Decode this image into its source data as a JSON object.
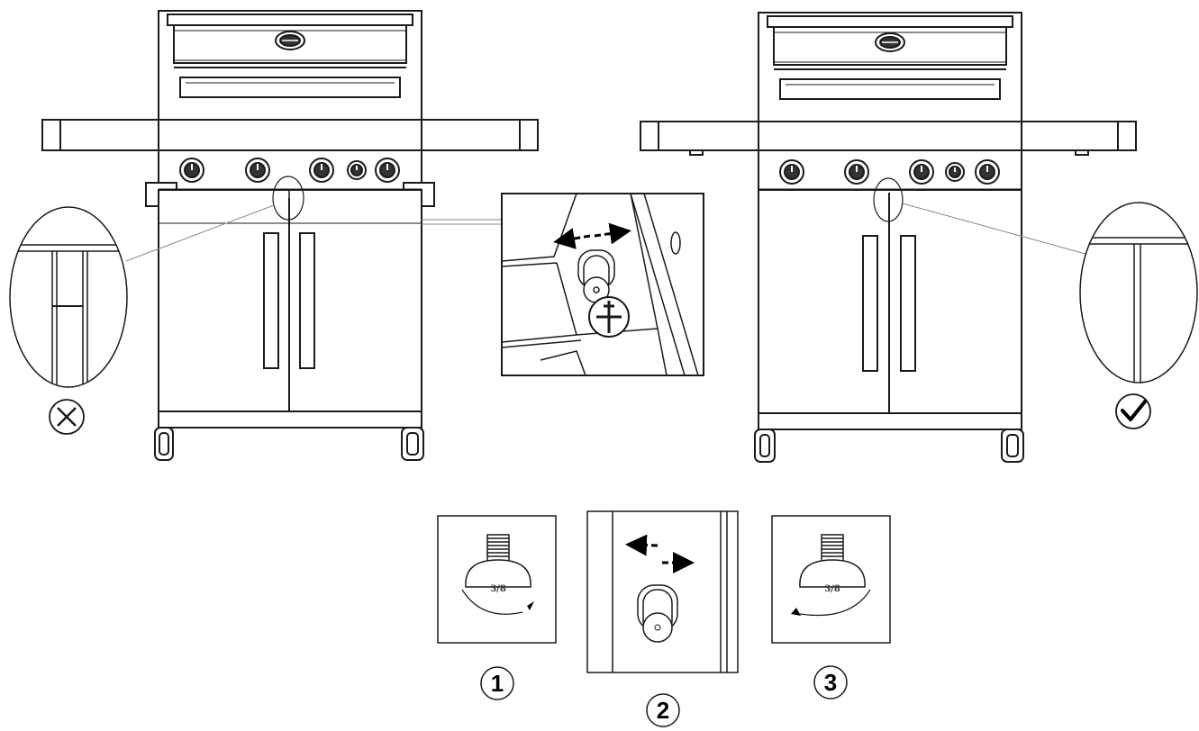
{
  "diagram": {
    "colors": {
      "line": "#1a1a1a",
      "thin": "#555555",
      "fill": "#ffffff",
      "accent": "#000000"
    },
    "left_grill": {
      "status_icon": "cross-icon"
    },
    "right_grill": {
      "status_icon": "check-icon"
    },
    "steps": [
      {
        "number": "1",
        "screw_mark": "3/8"
      },
      {
        "number": "2"
      },
      {
        "number": "3",
        "screw_mark": "3/8"
      }
    ]
  }
}
